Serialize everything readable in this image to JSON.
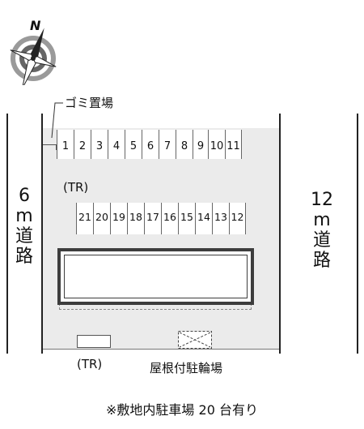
{
  "compass": {
    "north_label": "N"
  },
  "labels": {
    "garbage_area": "ゴミ置場",
    "transformer_top": "(TR)",
    "transformer_bottom": "(TR)",
    "roofed_bike_parking": "屋根付駐輪場"
  },
  "roads": {
    "left_width": "6",
    "left_unit": "m",
    "left_char1": "道",
    "left_char2": "路",
    "right_width": "12",
    "right_unit": "m",
    "right_char1": "道",
    "right_char2": "路"
  },
  "parking_row_top": [
    "1",
    "2",
    "3",
    "4",
    "5",
    "6",
    "7",
    "8",
    "9",
    "10",
    "11"
  ],
  "parking_row_bottom": [
    "21",
    "20",
    "19",
    "18",
    "17",
    "16",
    "15",
    "14",
    "13",
    "12"
  ],
  "footnote": "※敷地内駐車場 20 台有り"
}
